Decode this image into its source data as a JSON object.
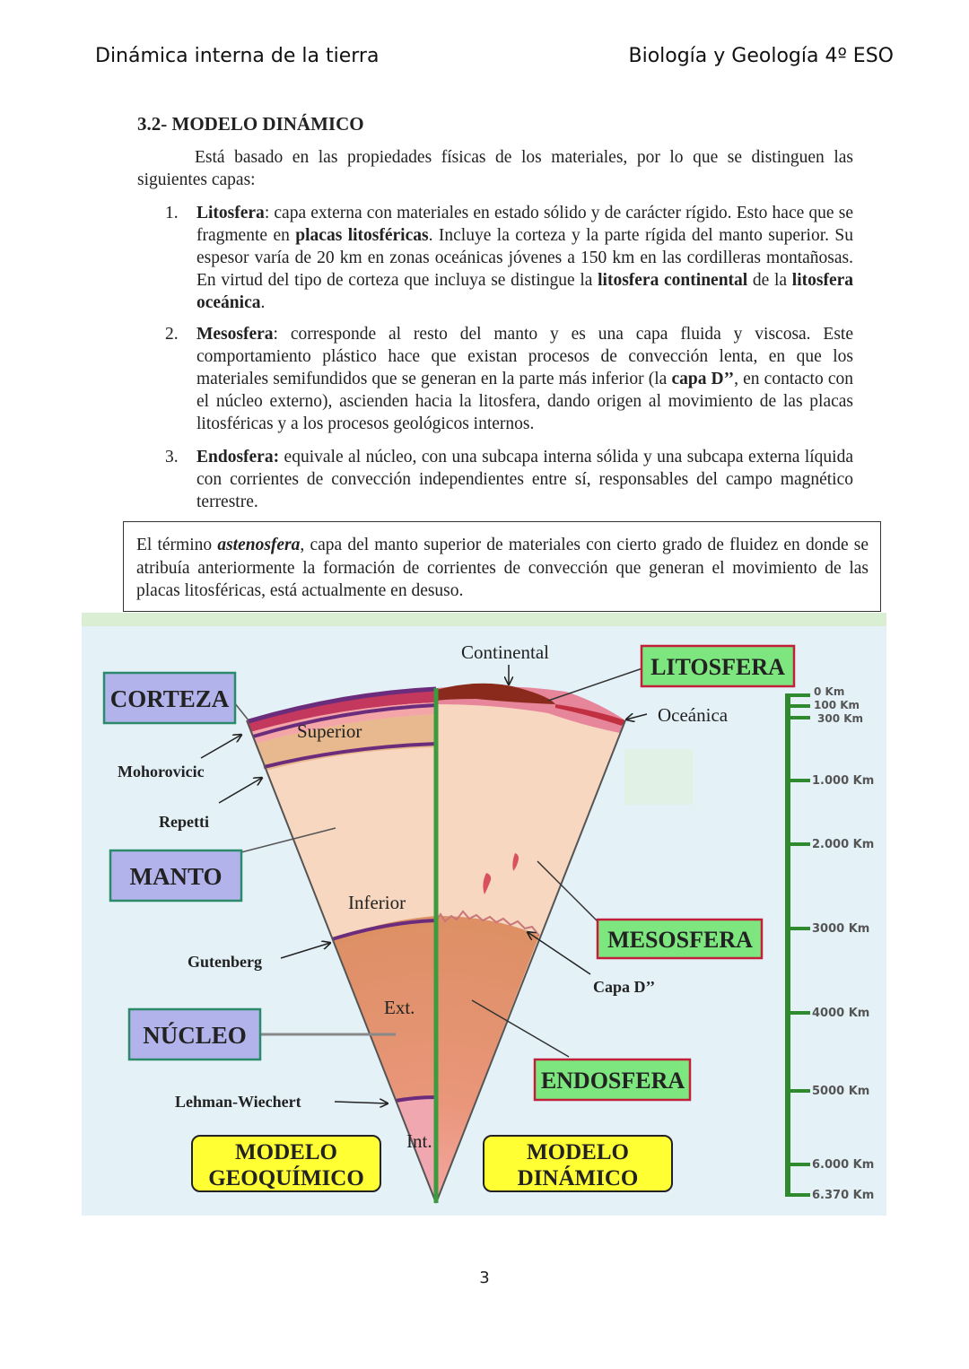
{
  "header": {
    "left": "Dinámica interna de la tierra",
    "right": "Biología y Geología 4º ESO"
  },
  "section": {
    "title": "3.2- MODELO DINÁMICO",
    "intro": "Está basado en las propiedades físicas de los materiales, por lo que se distinguen las siguientes capas:"
  },
  "items": [
    {
      "number": "1.",
      "parts": [
        "Litosfera",
        ": capa externa con materiales en estado sólido y de carácter rígido. Esto hace que se fragmente en ",
        "placas litosféricas",
        ". Incluye la corteza y la parte rígida del manto superior. Su espesor varía de 20 km en zonas oceánicas jóvenes a 150 km en las cordilleras montañosas. En virtud del tipo de corteza que incluya se distingue la ",
        "litosfera continental",
        " de la ",
        "litosfera oceánica",
        "."
      ]
    },
    {
      "number": "2.",
      "parts": [
        "Mesosfera",
        ": corresponde al resto del manto y es una capa fluida y viscosa. Este comportamiento plástico hace que existan procesos de convección lenta, en que los materiales semifundidos que se generan en la parte más inferior (la ",
        "capa D’’",
        ", en contacto con el núcleo externo), ascienden hacia la litosfera, dando origen al movimiento de las placas litosféricas y a los procesos geológicos internos."
      ]
    },
    {
      "number": "3.",
      "parts": [
        "Endosfera:",
        " equivale al núcleo, con una subcapa interna sólida y una subcapa externa líquida con corrientes de convección independientes entre sí, responsables del campo magnético terrestre."
      ]
    }
  ],
  "note": {
    "parts": [
      "El término ",
      "astenosfera",
      ", capa del manto superior de materiales con cierto grado de fluidez en donde se atribuía anteriormente la formación de corrientes de convección que generan el movimiento de las placas litosféricas, está actualmente en desuso."
    ]
  },
  "diagram": {
    "boxes": {
      "corteza": "CORTEZA",
      "manto": "MANTO",
      "nucleo": "NÚCLEO",
      "litosfera": "LITOSFERA",
      "mesosfera": "MESOSFERA",
      "endosfera": "ENDOSFERA",
      "modelo_geo_1": "MODELO",
      "modelo_geo_2": "GEOQUÍMICO",
      "modelo_din_1": "MODELO",
      "modelo_din_2": "DINÁMICO"
    },
    "labels": {
      "continental": "Continental",
      "oceanica": "Oceánica",
      "superior": "Superior",
      "inferior": "Inferior",
      "ext": "Ext.",
      "int": "Int.",
      "mohorovicic": "Mohorovicic",
      "repetti": "Repetti",
      "gutenberg": "Gutenberg",
      "lehman": "Lehman-Wiechert",
      "capa_d": "Capa D’’"
    },
    "scale": [
      "0 Km",
      "100 Km",
      "300 Km",
      "1.000 Km",
      "2.000 Km",
      "3000 Km",
      "4000 Km",
      "5000 Km",
      "6.000 Km",
      "6.370 Km"
    ],
    "colors": {
      "background": "#e4f2f8",
      "box_blue": "#b3b3ec",
      "box_green_fill": "#7ee67e",
      "box_yellow": "#ffff33",
      "scale_green": "#2f8a2f"
    }
  },
  "page_number": "3"
}
